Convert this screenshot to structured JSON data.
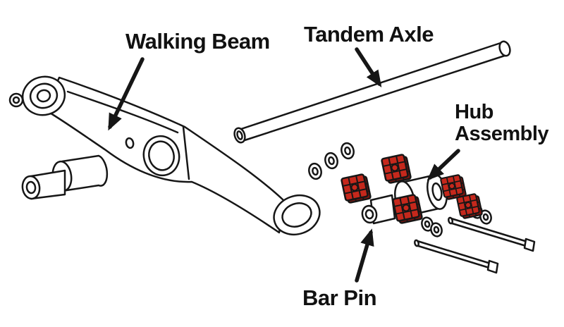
{
  "diagram": {
    "labels": {
      "walking_beam": "Walking Beam",
      "tandem_axle": "Tandem Axle",
      "hub_assembly": "Hub Assembly",
      "bar_pin": "Bar Pin"
    },
    "colors": {
      "highlight_red": "#c5281c",
      "highlight_red_dark": "#7f150f",
      "line": "#161616",
      "background": "#ffffff"
    }
  }
}
